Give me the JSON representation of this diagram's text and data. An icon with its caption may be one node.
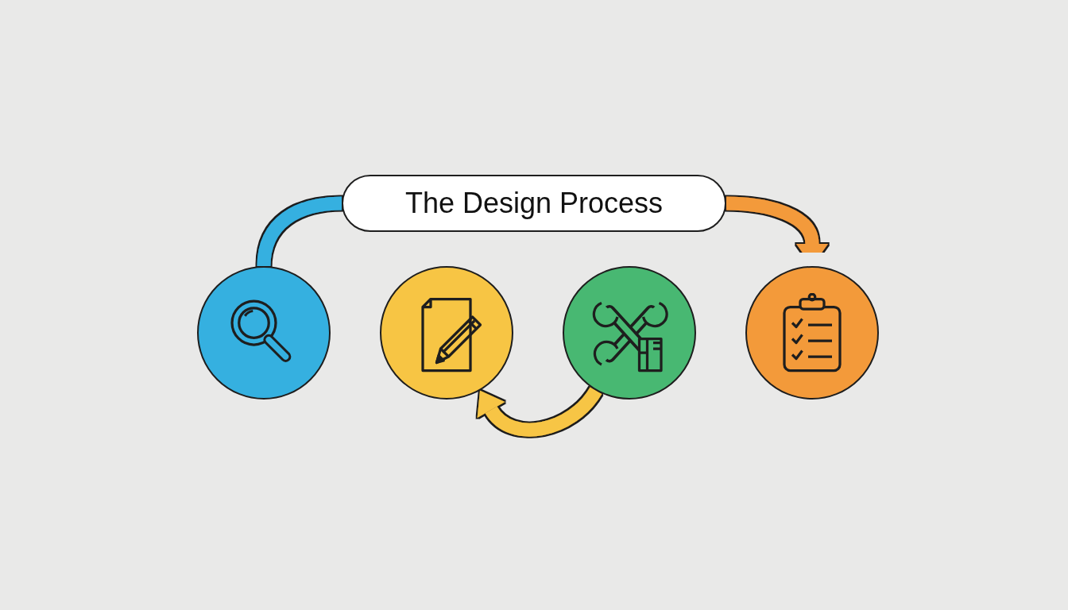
{
  "diagram": {
    "nodes": [
      {
        "text": [
          "The Design Process"
        ]
      },
      {
        "text": [],
        "shape": "circle"
      },
      {
        "text": [],
        "shape": "circle"
      },
      {
        "text": [],
        "shape": "circle"
      },
      {
        "text": [],
        "shape": "circle"
      }
    ],
    "edges": [
      {
        "from": 1,
        "to": 2,
        "arrow": "to",
        "color": "#35b0e0"
      },
      {
        "from": 2,
        "to": 3,
        "arrow": "to",
        "color": "#f7c544"
      },
      {
        "from": 3,
        "to": 4,
        "arrow": "to",
        "color": "#f39a3a"
      },
      {
        "from": 1,
        "to": 0,
        "arrow": "none",
        "color": "#35b0e0"
      },
      {
        "from": 0,
        "to": 4,
        "arrow": "to",
        "color": "#f39a3a"
      },
      {
        "from": 3,
        "to": 2,
        "arrow": "to",
        "color": "#f7c544"
      }
    ]
  }
}
